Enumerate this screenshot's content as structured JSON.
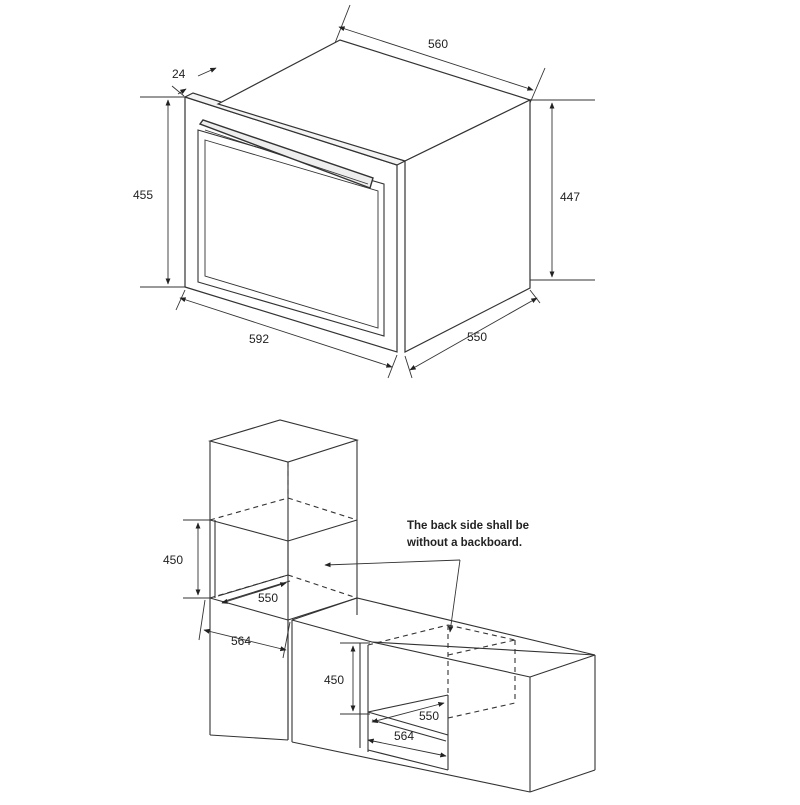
{
  "oven_dimensions": {
    "width": "592",
    "height": "455",
    "door_thickness": "24",
    "body_width": "560",
    "body_height": "447",
    "body_depth": "550"
  },
  "installation": {
    "column": {
      "niche_height": "450",
      "niche_depth": "550",
      "niche_width": "564"
    },
    "under_counter": {
      "niche_height": "450",
      "niche_depth": "550",
      "niche_width": "564"
    },
    "note_line1": "The back side shall be",
    "note_line2": "without a backboard."
  }
}
